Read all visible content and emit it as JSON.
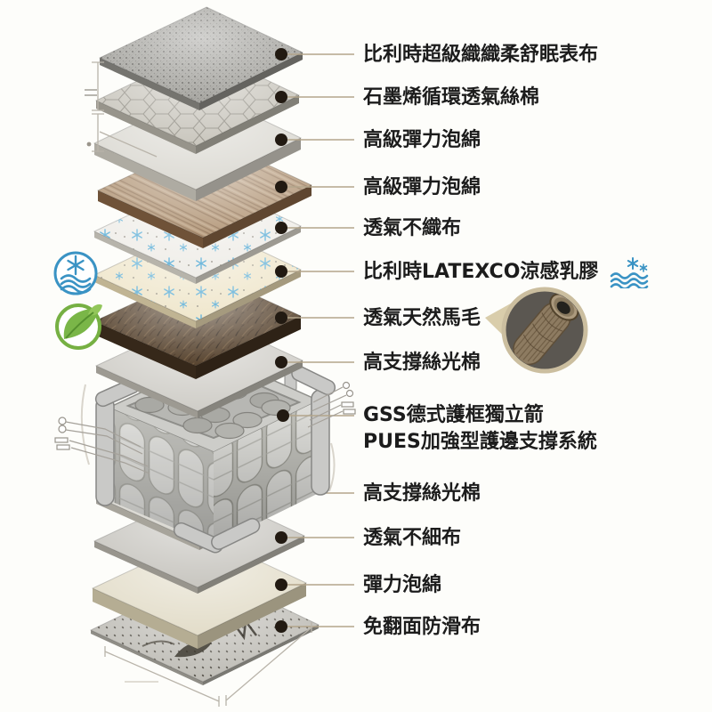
{
  "diagram": {
    "colors": {
      "background": "#fdfdfa",
      "leader_line": "#b3a58b",
      "dot": "#221a12",
      "text": "#1c1c1c",
      "cooling_blue": "#3a93c4",
      "eco_green": "#76b043",
      "magnifier_rim": "#cbbe9f"
    },
    "icons": {
      "cooling_badge": "snowflake-over-waves",
      "eco_badge": "leaf-pair",
      "cooling_inline": "snowflakes-with-waves",
      "magnifier": "horsehair-macro-detail"
    },
    "layers": [
      {
        "id": "layer-top-comfort-fabric",
        "label": "比利時超級織織柔舒眠表布",
        "color": "#a6a5a0",
        "edge": "#75746f",
        "pattern": "quilt"
      },
      {
        "id": "layer-graphene-silk-cotton",
        "label": "石墨烯循環透氣絲棉",
        "color": "#c8c5bc",
        "edge": "#97948b",
        "pattern": "hex"
      },
      {
        "id": "layer-elastic-foam-1",
        "label": "高級彈力泡綿",
        "color": "#dbd9d2",
        "edge": "#aeaba2",
        "pattern": "plain"
      },
      {
        "id": "layer-elastic-foam-2",
        "label": "高級彈力泡綿",
        "color": "#b59a7c",
        "edge": "#6f5238",
        "pattern": "wood"
      },
      {
        "id": "layer-breathable-nonwoven",
        "label": "透氣不織布",
        "color": "#efede8",
        "edge": "#b7b4ab",
        "pattern": "snow"
      },
      {
        "id": "layer-latexco-cool-latex",
        "label": "比利時LATEXCO涼感乳膠",
        "color": "#efe6cb",
        "edge": "#c0b493",
        "pattern": "snow"
      },
      {
        "id": "layer-natural-horsehair",
        "label": "透氣天然馬毛",
        "color": "#54402b",
        "edge": "#36281a",
        "pattern": "hair"
      },
      {
        "id": "layer-silk-cotton-support-1",
        "label": "高支撐絲光棉",
        "color": "#ceccc6",
        "edge": "#9d9a92",
        "pattern": "plain"
      },
      {
        "id": "layer-pocket-spring-unit",
        "label": "GSS德式護框獨立箭\nPUES加強型護邊支撐系統"
      },
      {
        "id": "layer-silk-cotton-support-2",
        "label": "高支撐絲光棉",
        "color": "#d7d5ce",
        "edge": "#a7a49b",
        "pattern": "plain"
      },
      {
        "id": "layer-breathable-fabric",
        "label": "透氣不細布",
        "color": "#c7c5bf",
        "edge": "#98958d",
        "pattern": "plain"
      },
      {
        "id": "layer-elastic-foam-3",
        "label": "彈力泡綿",
        "color": "#e2dcc8",
        "edge": "#b5ad93",
        "pattern": "plain"
      },
      {
        "id": "layer-anti-slip-bottom",
        "label": "免翻面防滑布",
        "color": "#bcbab3",
        "edge": "#8f8d86",
        "pattern": "perf"
      }
    ]
  }
}
